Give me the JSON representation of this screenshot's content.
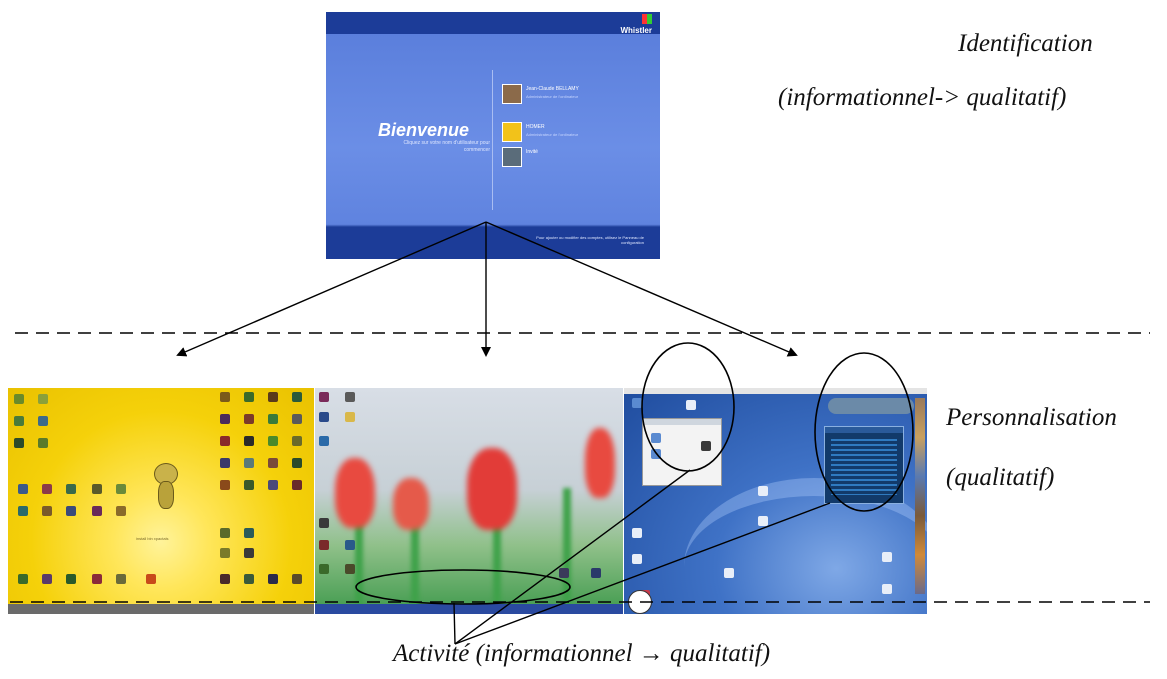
{
  "labels": {
    "identification": "Identification",
    "identification_detail": "(informationnel-> qualitatif)",
    "personnalisation": "Personnalisation",
    "personnalisation_detail": "(qualitatif)",
    "activite_part1": "Activité (informationnel ",
    "activite_part2": " qualitatif)",
    "arrow_glyph": "→"
  },
  "welcome_screen": {
    "product": "Whistler",
    "title": "Bienvenue",
    "subtitle": "Cliquez sur votre nom d'utilisateur pour commencer",
    "users": [
      {
        "name": "Jean-Claude BELLAMY",
        "info": "Administrateur de l'ordinateur"
      },
      {
        "name": "HOMER",
        "info": "Administrateur de l'ordinateur"
      },
      {
        "name": "Invité",
        "info": ""
      }
    ],
    "footer": "Pour ajouter ou modifier des comptes, utilisez le Panneau de configuration"
  },
  "desktops": [
    {
      "theme": "yellow",
      "center_text": "install bin xpactals"
    },
    {
      "theme": "tulips"
    },
    {
      "theme": "blue"
    }
  ],
  "colors": {
    "xp_blue": "#5b7fdc",
    "yellow": "#f5d10a",
    "tulip_red": "#e84a40",
    "mac_blue": "#2e5fb3"
  }
}
